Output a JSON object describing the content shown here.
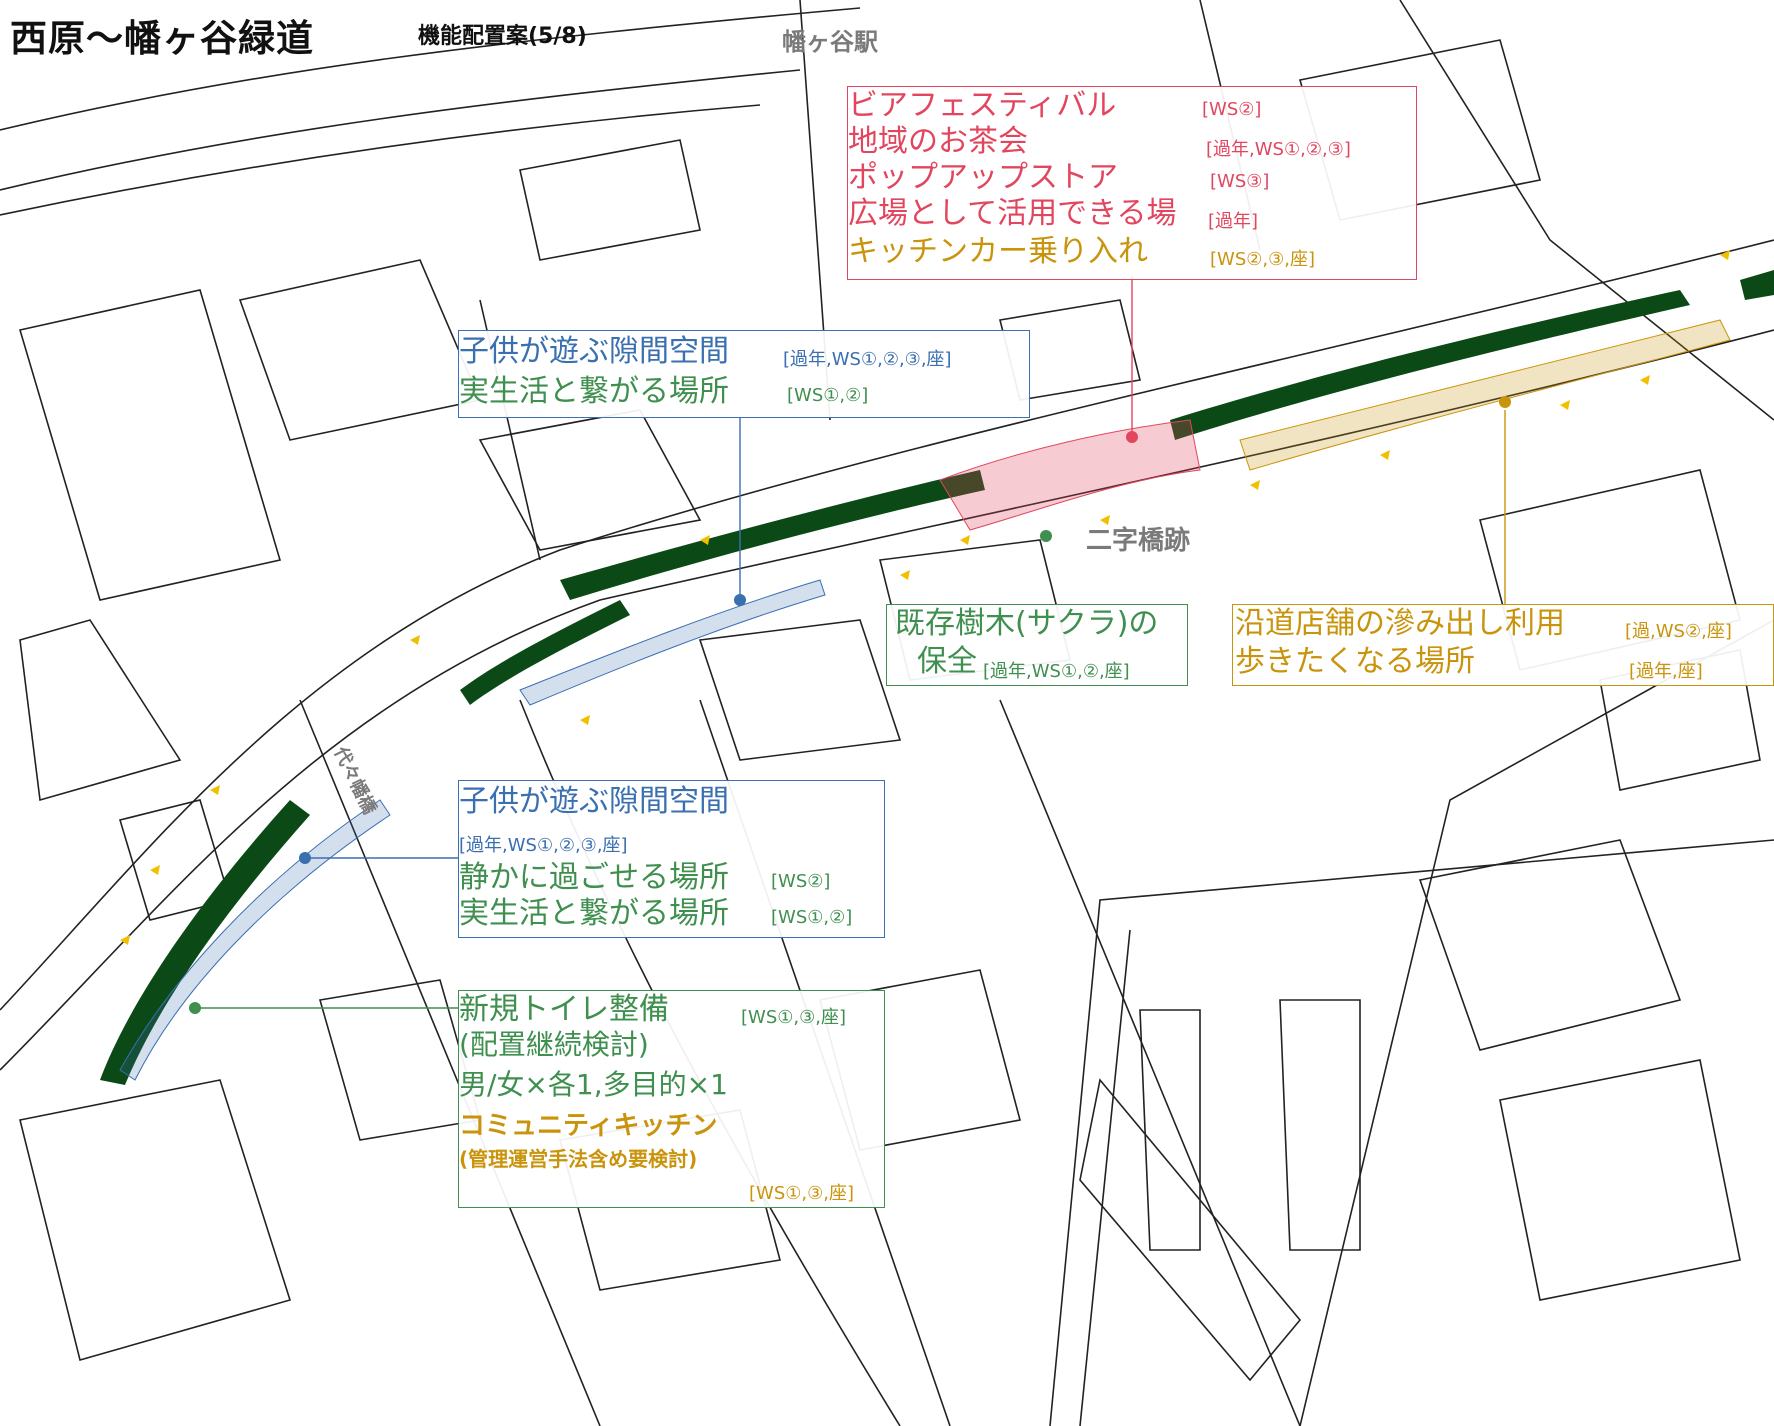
{
  "title": "西原～幡ヶ谷緑道",
  "subtitle": "機能配置案(5/8)",
  "places": {
    "station": "幡ヶ谷駅",
    "bridge_ruins": "二字橋跡",
    "bridge_name": "代々幡橋"
  },
  "colors": {
    "red": "#e2465f",
    "blue": "#3a6fb0",
    "green": "#3f8f4f",
    "gold": "#c9940c",
    "park": "#0b4a16"
  },
  "callouts": {
    "red": {
      "items": [
        {
          "text": "ビアフェスティバル",
          "src": "[WS②]",
          "color": "red"
        },
        {
          "text": "地域のお茶会",
          "src": "[過年,WS①,②,③]",
          "color": "red"
        },
        {
          "text": "ポップアップストア",
          "src": "[WS③]",
          "color": "red"
        },
        {
          "text": "広場として活用できる場",
          "src": "[過年]",
          "color": "red"
        },
        {
          "text": "キッチンカー乗り入れ",
          "src": "[WS②,③,座]",
          "color": "gold"
        }
      ]
    },
    "blue_top": {
      "items": [
        {
          "text": "子供が遊ぶ隙間空間",
          "src": "[過年,WS①,②,③,座]",
          "color": "blue"
        },
        {
          "text": "実生活と繋がる場所",
          "src": "[WS①,②]",
          "color": "green"
        }
      ]
    },
    "sakura": {
      "line1": "既存樹木(サクラ)の",
      "line2": "保全",
      "src": "[過年,WS①,②,座]"
    },
    "gold": {
      "items": [
        {
          "text": "沿道店舗の滲み出し利用",
          "src": "[過,WS②,座]"
        },
        {
          "text": "歩きたくなる場所",
          "src": "[過年,座]"
        }
      ]
    },
    "blue_mid": {
      "heading": "子供が遊ぶ隙間空間",
      "heading_src": "[過年,WS①,②,③,座]",
      "items": [
        {
          "text": "静かに過ごせる場所",
          "src": "[WS②]"
        },
        {
          "text": "実生活と繋がる場所",
          "src": "[WS①,②]"
        }
      ]
    },
    "toilet": {
      "line1": "新規トイレ整備",
      "line1_src": "[WS①,③,座]",
      "line2": "(配置継続検討)",
      "line3": "男/女×各1,多目的×1",
      "line4": "コミュニティキッチン",
      "line5": "(管理運営手法含め要検討)",
      "line5_src": "[WS①,③,座]"
    }
  }
}
